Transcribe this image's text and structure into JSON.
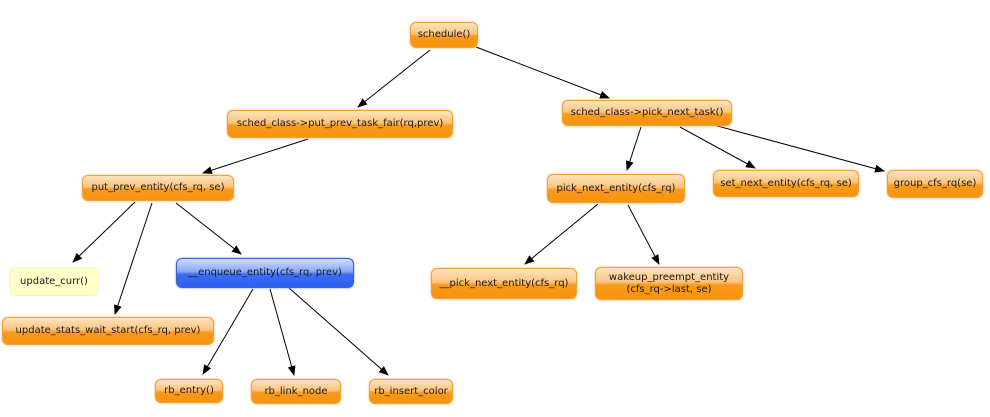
{
  "nodes": {
    "schedule": "schedule()",
    "put_prev_task_fair": "sched_class->put_prev_task_fair(rq,prev)",
    "pick_next_task": "sched_class->pick_next_task()",
    "put_prev_entity": "put_prev_entity(cfs_rq, se)",
    "pick_next_entity": "pick_next_entity(cfs_rq)",
    "set_next_entity": "set_next_entity(cfs_rq, se)",
    "group_cfs_rq": "group_cfs_rq(se)",
    "update_curr": "update_curr()",
    "enqueue_entity": "__enqueue_entity(cfs_rq, prev)",
    "update_stats_wait_start": "update_stats_wait_start(cfs_rq, prev)",
    "pick_next_entity_inner": "__pick_next_entity(cfs_rq)",
    "wakeup_preempt_entity_line1": "wakeup_preempt_entity",
    "wakeup_preempt_entity_line2": "(cfs_rq->last, se)",
    "rb_entry": "rb_entry()",
    "rb_link_node": "rb_link_node",
    "rb_insert_color": "rb_insert_color"
  },
  "colors": {
    "default_node": "#f7930e",
    "highlighted_node": "#2d5ff0",
    "inactive_node": "#ffffc8",
    "arrow": "#000000"
  }
}
